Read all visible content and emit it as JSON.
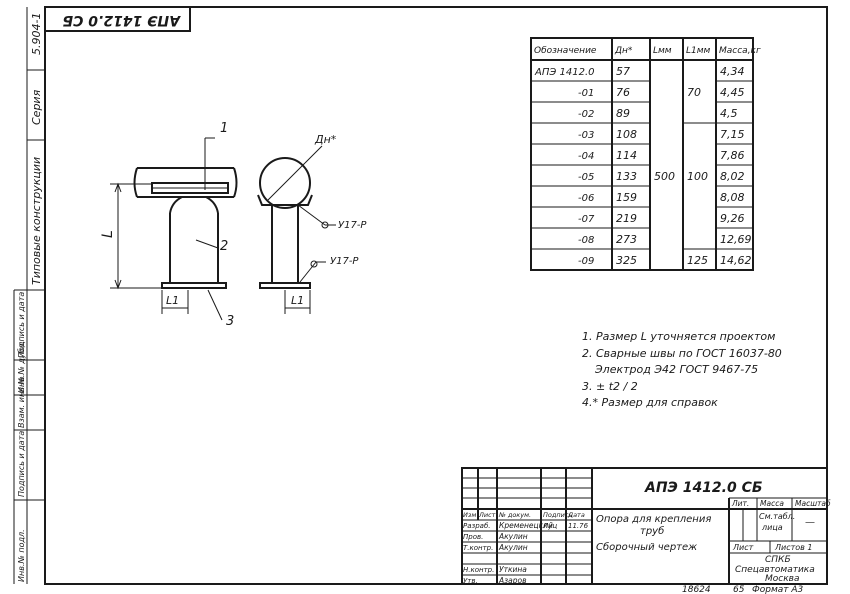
{
  "stamp_top": "АПЭ 1412.0 СБ",
  "side": {
    "series_label": "Серия",
    "series_value": "5.904-1",
    "category": "Типовые конструкции",
    "margin_fields": [
      "Инв.№ подл.",
      "Подпись и дата",
      "Взам. инв.№",
      "Инв.№ дубл.",
      "Подпись и дата"
    ]
  },
  "drawing": {
    "callout_1": "1",
    "callout_2": "2",
    "callout_3": "3",
    "dim_L": "L",
    "dim_L1_left": "L1",
    "dim_L1_right": "L1",
    "dim_dn": "Дн*",
    "weld_1": "У17-Р",
    "weld_2": "У17-Р"
  },
  "spec_table": {
    "headers": [
      "Обозначение",
      "Дн*",
      "Lмм",
      "L1мм",
      "Масса,кг"
    ],
    "rows": [
      [
        "АПЭ 1412.0",
        "57",
        "",
        "",
        "4,34"
      ],
      [
        "-01",
        "76",
        "",
        "70",
        "4,45"
      ],
      [
        "-02",
        "89",
        "",
        "",
        "4,5"
      ],
      [
        "-03",
        "108",
        "",
        "",
        "7,15"
      ],
      [
        "-04",
        "114",
        "",
        "",
        "7,86"
      ],
      [
        "-05",
        "133",
        "500",
        "100",
        "8,02"
      ],
      [
        "-06",
        "159",
        "",
        "",
        "8,08"
      ],
      [
        "-07",
        "219",
        "",
        "",
        "9,26"
      ],
      [
        "-08",
        "273",
        "",
        "",
        "12,69"
      ],
      [
        "-09",
        "325",
        "",
        "125",
        "14,62"
      ]
    ]
  },
  "notes": [
    "1. Размер L уточняется проектом",
    "2. Сварные швы по ГОСТ 16037-80",
    "Электрод Э42 ГОСТ 9467-75",
    "3. ± t2 / 2",
    "4.* Размер для справок"
  ],
  "title_block": {
    "designation": "АПЭ 1412.0 СБ",
    "title_line1": "Опора для крепления",
    "title_line2": "труб",
    "title_line3": "Сборочный чертеж",
    "col_headers": [
      "Изм",
      "Лист",
      "№ докум.",
      "Подпись",
      "Дата"
    ],
    "roles": [
      {
        "role": "Разраб.",
        "name": "Кременецкий",
        "sign": "Луц",
        "date": "11.76"
      },
      {
        "role": "Пров.",
        "name": "Акулин",
        "sign": "",
        "date": ""
      },
      {
        "role": "Т.контр.",
        "name": "Акулин",
        "sign": "",
        "date": ""
      },
      {
        "role": "",
        "name": "",
        "sign": "",
        "date": ""
      },
      {
        "role": "Н.контр.",
        "name": "Уткина",
        "sign": "",
        "date": ""
      },
      {
        "role": "Утв.",
        "name": "Азаров",
        "sign": "",
        "date": ""
      }
    ],
    "lit_label": "Лит.",
    "mass_label": "Масса",
    "scale_label": "Масштаб",
    "mass_value": "См.табл.",
    "mass_value2": "лица",
    "scale_value": "—",
    "sheet_label": "Лист",
    "sheets_label": "Листов 1",
    "org_line1": "СПКБ",
    "org_line2": "Спецавтоматика",
    "org_line3": "Москва"
  },
  "footer": {
    "number": "18624",
    "page": "65",
    "format": "Формат А3"
  }
}
